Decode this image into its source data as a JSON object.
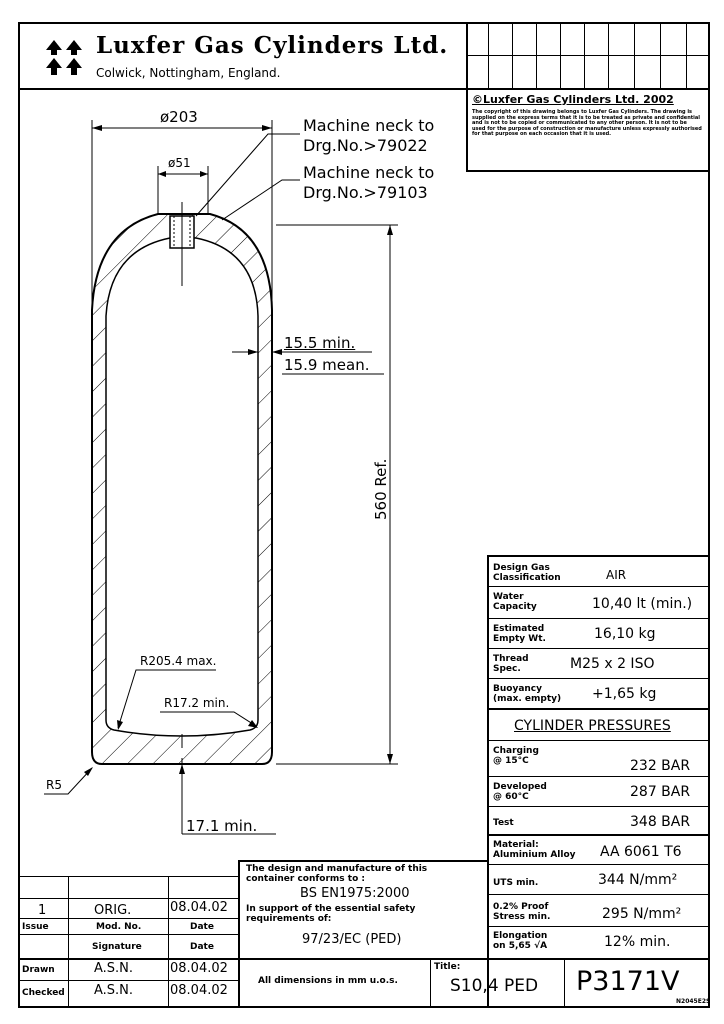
{
  "header": {
    "company": "Luxfer Gas Cylinders Ltd.",
    "location": "Colwick, Nottingham, England.",
    "copyright_title": "©Luxfer Gas Cylinders Ltd. 2002",
    "copyright_text": "The copyright of this drawing belongs to Luxfer Gas Cylinders. The drawing is supplied on the express terms that it is to be treated as private and confidential and is not to be copied or communicated to any other person. It is not to be used for the purpose of construction or manufacture unless expressly authorised for that purpose on each occasion that it is used."
  },
  "dimensions": {
    "outer_diameter": "ø203",
    "neck_diameter": "ø51",
    "neck_note_1": "Machine neck to",
    "neck_drg_1": "Drg.No.>79022",
    "neck_note_2": "Machine neck to",
    "neck_drg_2": "Drg.No.>79103",
    "wall_min": "15.5 min.",
    "wall_mean": "15.9 mean.",
    "length": "560 Ref.",
    "base_radius": "R205.4 max.",
    "knuckle_radius": "R17.2 min.",
    "foot_radius": "R5",
    "base_thickness": "17.1 min."
  },
  "specs": [
    {
      "label": "Design Gas\nClassification",
      "value": "AIR"
    },
    {
      "label": "Water\nCapacity",
      "value": "10,40 lt (min.)"
    },
    {
      "label": "Estimated\nEmpty Wt.",
      "value": "16,10 kg"
    },
    {
      "label": "Thread\nSpec.",
      "value": "M25 x 2 ISO"
    },
    {
      "label": "Buoyancy\n(max. empty)",
      "value": "+1,65 kg"
    }
  ],
  "pressures": {
    "title": "CYLINDER PRESSURES",
    "rows": [
      {
        "label": "Charging\n@ 15°C",
        "value": "232 BAR"
      },
      {
        "label": "Developed\n@ 60°C",
        "value": "287 BAR"
      },
      {
        "label": "Test",
        "value": "348 BAR"
      }
    ]
  },
  "material": {
    "label": "Material:\nAluminium Alloy",
    "value": "AA 6061 T6"
  },
  "strength": [
    {
      "label": "UTS min.",
      "value": "344 N/mm²"
    },
    {
      "label": "0.2% Proof\nStress min.",
      "value": "295 N/mm²"
    },
    {
      "label": "Elongation\non 5,65 √A",
      "value": "12% min."
    }
  ],
  "revision": {
    "issue": "1",
    "mod_no": "ORIG.",
    "date": "08.04.02",
    "h_issue": "Issue",
    "h_mod": "Mod. No.",
    "h_date": "Date",
    "h_signature": "Signature",
    "h_date2": "Date",
    "drawn_label": "Drawn",
    "drawn_by": "A.S.N.",
    "drawn_date": "08.04.02",
    "checked_label": "Checked",
    "checked_by": "A.S.N.",
    "checked_date": "08.04.02"
  },
  "standards": {
    "intro": "The design and manufacture of this container conforms to :",
    "standard": "BS EN1975:2000",
    "support": "In support of the essential safety requirements of:",
    "directive": "97/23/EC (PED)",
    "units_note": "All dimensions in mm u.o.s."
  },
  "title_block": {
    "title_label": "Title:",
    "title": "S10,4 PED",
    "drawing_no": "P3171V",
    "sheet_ref": "N2045E2S"
  }
}
